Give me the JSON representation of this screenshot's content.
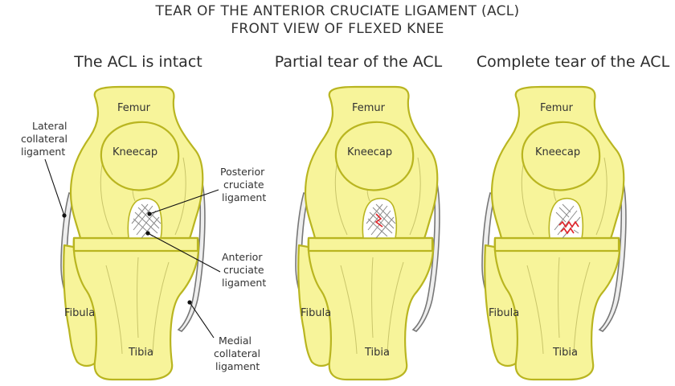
{
  "title_line1": "TEAR OF THE ANTERIOR CRUCIATE LIGAMENT (ACL)",
  "title_line2": "FRONT VIEW OF FLEXED KNEE",
  "panels": [
    {
      "title": "The ACL is intact"
    },
    {
      "title": "Partial tear of the ACL"
    },
    {
      "title": "Complete tear of the ACL"
    }
  ],
  "bones": {
    "femur": "Femur",
    "kneecap": "Kneecap",
    "fibula": "Fibula",
    "tibia": "Tibia"
  },
  "annotations": {
    "lcl": [
      "Lateral",
      "collateral",
      "ligament"
    ],
    "pcl": [
      "Posterior",
      "cruciate",
      "ligament"
    ],
    "acl": [
      "Anterior",
      "cruciate",
      "ligament"
    ],
    "mcl": [
      "Medial",
      "collateral",
      "ligament"
    ]
  },
  "colors": {
    "bone_fill": "#f7f49a",
    "bone_outline": "#b9b520",
    "tear": "#e0242a"
  }
}
